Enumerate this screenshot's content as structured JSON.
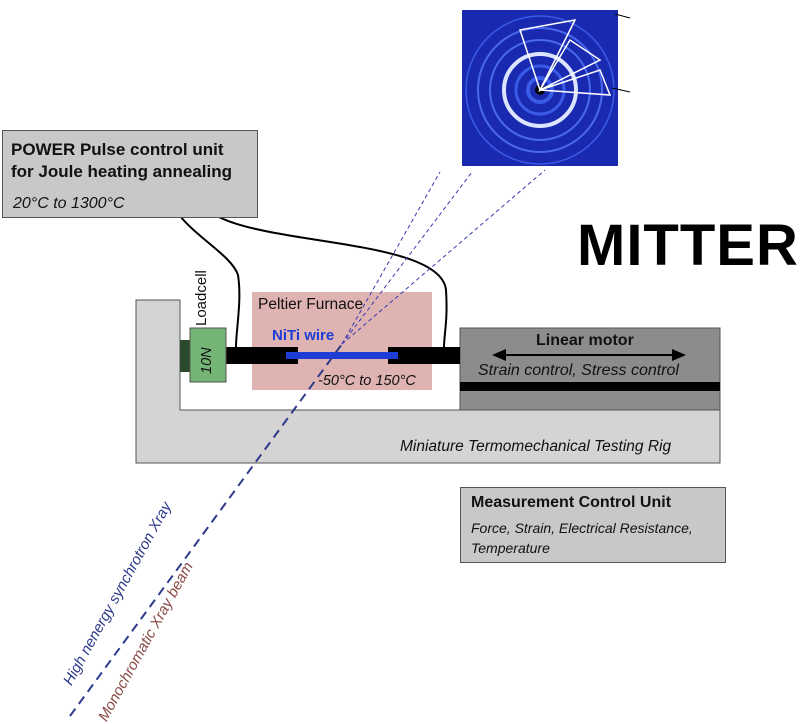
{
  "power_unit": {
    "title_line1": "POWER Pulse control unit",
    "title_line2": "for Joule heating annealing",
    "range": "20°C to 1300°C"
  },
  "brand": "MITTER",
  "loadcell": {
    "label": "Loadcell",
    "rating": "10N"
  },
  "furnace": {
    "title": "Peltier Furnace",
    "wire_label": "NiTi wire",
    "range": "-50°C to 150°C"
  },
  "motor": {
    "title": "Linear motor",
    "subtitle": "Strain control, Stress control"
  },
  "rig": {
    "label": "Miniature Termomechanical Testing Rig"
  },
  "measurement_unit": {
    "title": "Measurement Control Unit",
    "subtitle_line1": "Force, Strain, Electrical Resistance,",
    "subtitle_line2": "Temperature"
  },
  "beam": {
    "label1": "High nenergy synchrotron Xray",
    "label2": "Monochromatic Xray beam"
  },
  "colors": {
    "panel_gray": "#c8c8c8",
    "furnace_pink": "#d9a6a4",
    "loadcell_green": "#74b474",
    "wire_blue": "#1e3cd6",
    "beam_navy": "#2e3a8c",
    "detector_blue": "#1a2ab0"
  }
}
